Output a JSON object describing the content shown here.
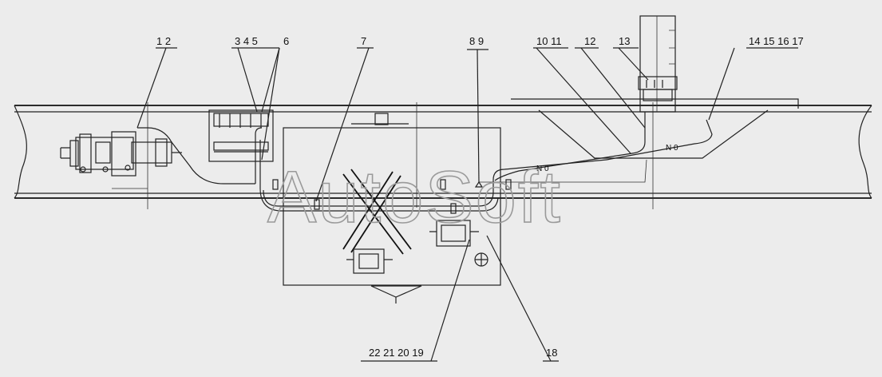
{
  "callouts": {
    "c1": "1  2",
    "c2": "3  4  5",
    "c3": "6",
    "c4": "7",
    "c5": "8  9",
    "c6": "10  11",
    "c7": "12",
    "c8": "13",
    "c9": "14  15  16  17",
    "c10": "22  21  20  19",
    "c11": "18"
  },
  "watermark": "AutoSoft",
  "pipe_tags": [
    "N 0",
    "N 0"
  ]
}
